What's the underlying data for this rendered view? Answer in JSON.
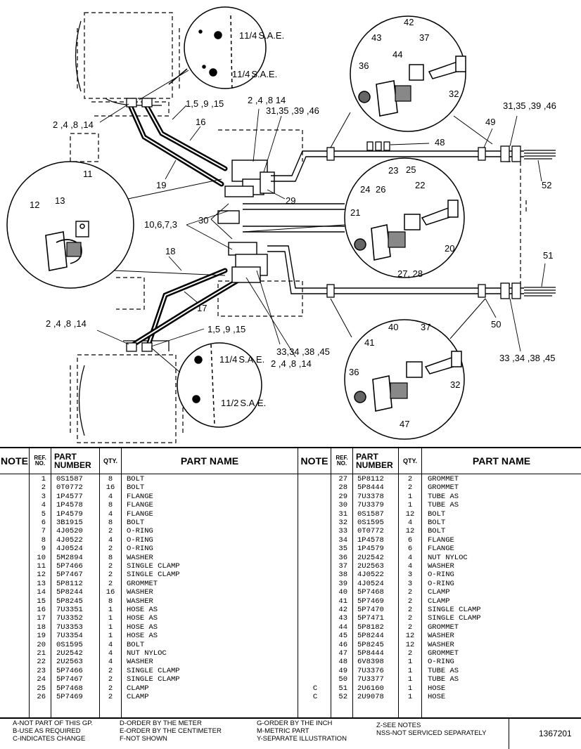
{
  "diagram": {
    "callouts": {
      "c1": "2 ,4 ,8 ,14",
      "c2": "1,5 ,9 ,15",
      "c3": "16",
      "c4": "19",
      "c5": "2 ,4 ,8 14",
      "c6": "31,35 ,39 ,46",
      "c7": "29",
      "c8": "30",
      "c9": "10,6,7,3",
      "c10": "18",
      "c11": "17",
      "c12": "2 ,4 ,8 ,14",
      "c13": "1,5 ,9 ,15",
      "c14": "33,34 ,38 ,45",
      "c15": "2 ,4 ,8 ,14",
      "c16": "11",
      "c17": "12",
      "c18": "13",
      "c19": "43",
      "c20": "42",
      "c21": "37",
      "c22": "36",
      "c23": "44",
      "c24": "32",
      "c25": "31,35 ,39 ,46",
      "c26": "49",
      "c27": "48",
      "c28": "52",
      "c29": "23",
      "c30": "25",
      "c31": "24",
      "c32": "26",
      "c33": "22",
      "c34": "21",
      "c35": "20",
      "c36": "27, 28",
      "c37": "51",
      "c38": "50",
      "c39": "33 ,34 ,38 ,45",
      "c40": "40",
      "c41": "37",
      "c42": "41",
      "c43": "36",
      "c44": "32",
      "c45": "47"
    },
    "fittings": {
      "top_a_num": "1",
      "top_a_frac": "1/4",
      "top_a_unit": "S.A.E.",
      "top_b_num": "1",
      "top_b_frac": "1/4",
      "top_b_unit": "S.A.E.",
      "bot_a_num": "1",
      "bot_a_frac": "1/4",
      "bot_a_unit": "S.A.E.",
      "bot_b_num": "1",
      "bot_b_frac": "1/2",
      "bot_b_unit": "S.A.E."
    }
  },
  "table": {
    "headers": {
      "note": "NOTE",
      "ref_line1": "REF.",
      "ref_line2": "NO.",
      "part_line1": "PART",
      "part_line2": "NUMBER",
      "qty": "QTY.",
      "name": "PART NAME"
    },
    "left": [
      {
        "note": "",
        "ref": "1",
        "part": "0S1587",
        "qty": "8",
        "name": "BOLT"
      },
      {
        "note": "",
        "ref": "2",
        "part": "0T0772",
        "qty": "16",
        "name": "BOLT"
      },
      {
        "note": "",
        "ref": "3",
        "part": "1P4577",
        "qty": "4",
        "name": "FLANGE"
      },
      {
        "note": "",
        "ref": "4",
        "part": "1P4578",
        "qty": "8",
        "name": "FLANGE"
      },
      {
        "note": "",
        "ref": "5",
        "part": "1P4579",
        "qty": "4",
        "name": "FLANGE"
      },
      {
        "note": "",
        "ref": "6",
        "part": "3B1915",
        "qty": "8",
        "name": "BOLT"
      },
      {
        "note": "",
        "ref": "7",
        "part": "4J0520",
        "qty": "2",
        "name": "O-RING"
      },
      {
        "note": "",
        "ref": "8",
        "part": "4J0522",
        "qty": "4",
        "name": "O-RING"
      },
      {
        "note": "",
        "ref": "9",
        "part": "4J0524",
        "qty": "2",
        "name": "O-RING"
      },
      {
        "note": "",
        "ref": "10",
        "part": "5M2894",
        "qty": "8",
        "name": "WASHER"
      },
      {
        "note": "",
        "ref": "11",
        "part": "5P7466",
        "qty": "2",
        "name": "SINGLE CLAMP"
      },
      {
        "note": "",
        "ref": "12",
        "part": "5P7467",
        "qty": "2",
        "name": "SINGLE CLAMP"
      },
      {
        "note": "",
        "ref": "13",
        "part": "5P8112",
        "qty": "2",
        "name": "GROMMET"
      },
      {
        "note": "",
        "ref": "14",
        "part": "5P8244",
        "qty": "16",
        "name": "WASHER"
      },
      {
        "note": "",
        "ref": "15",
        "part": "5P8245",
        "qty": "8",
        "name": "WASHER"
      },
      {
        "note": "",
        "ref": "16",
        "part": "7U3351",
        "qty": "1",
        "name": "HOSE AS"
      },
      {
        "note": "",
        "ref": "17",
        "part": "7U3352",
        "qty": "1",
        "name": "HOSE AS"
      },
      {
        "note": "",
        "ref": "18",
        "part": "7U3353",
        "qty": "1",
        "name": "HOSE AS"
      },
      {
        "note": "",
        "ref": "19",
        "part": "7U3354",
        "qty": "1",
        "name": "HOSE AS"
      },
      {
        "note": "",
        "ref": "20",
        "part": "0S1595",
        "qty": "4",
        "name": "BOLT"
      },
      {
        "note": "",
        "ref": "21",
        "part": "2U2542",
        "qty": "4",
        "name": "NUT NYLOC"
      },
      {
        "note": "",
        "ref": "22",
        "part": "2U2563",
        "qty": "4",
        "name": "WASHER"
      },
      {
        "note": "",
        "ref": "23",
        "part": "5P7466",
        "qty": "2",
        "name": "SINGLE CLAMP"
      },
      {
        "note": "",
        "ref": "24",
        "part": "5P7467",
        "qty": "2",
        "name": "SINGLE CLAMP"
      },
      {
        "note": "",
        "ref": "25",
        "part": "5P7468",
        "qty": "2",
        "name": "CLAMP"
      },
      {
        "note": "",
        "ref": "26",
        "part": "5P7469",
        "qty": "2",
        "name": "CLAMP"
      }
    ],
    "right": [
      {
        "note": "",
        "ref": "27",
        "part": "5P8112",
        "qty": "2",
        "name": "GROMMET"
      },
      {
        "note": "",
        "ref": "28",
        "part": "5P8444",
        "qty": "2",
        "name": "GROMMET"
      },
      {
        "note": "",
        "ref": "29",
        "part": "7U3378",
        "qty": "1",
        "name": "TUBE AS"
      },
      {
        "note": "",
        "ref": "30",
        "part": "7U3379",
        "qty": "1",
        "name": "TUBE AS"
      },
      {
        "note": "",
        "ref": "31",
        "part": "0S1587",
        "qty": "12",
        "name": "BOLT"
      },
      {
        "note": "",
        "ref": "32",
        "part": "0S1595",
        "qty": "4",
        "name": "BOLT"
      },
      {
        "note": "",
        "ref": "33",
        "part": "0T0772",
        "qty": "12",
        "name": "BOLT"
      },
      {
        "note": "",
        "ref": "34",
        "part": "1P4578",
        "qty": "6",
        "name": "FLANGE"
      },
      {
        "note": "",
        "ref": "35",
        "part": "1P4579",
        "qty": "6",
        "name": "FLANGE"
      },
      {
        "note": "",
        "ref": "36",
        "part": "2U2542",
        "qty": "4",
        "name": "NUT NYLOC"
      },
      {
        "note": "",
        "ref": "37",
        "part": "2U2563",
        "qty": "4",
        "name": "WASHER"
      },
      {
        "note": "",
        "ref": "38",
        "part": "4J0522",
        "qty": "3",
        "name": "O-RING"
      },
      {
        "note": "",
        "ref": "39",
        "part": "4J0524",
        "qty": "3",
        "name": "O-RING"
      },
      {
        "note": "",
        "ref": "40",
        "part": "5P7468",
        "qty": "2",
        "name": "CLAMP"
      },
      {
        "note": "",
        "ref": "41",
        "part": "5P7469",
        "qty": "2",
        "name": "CLAMP"
      },
      {
        "note": "",
        "ref": "42",
        "part": "5P7470",
        "qty": "2",
        "name": "SINGLE CLAMP"
      },
      {
        "note": "",
        "ref": "43",
        "part": "5P7471",
        "qty": "2",
        "name": "SINGLE CLAMP"
      },
      {
        "note": "",
        "ref": "44",
        "part": "5P8182",
        "qty": "2",
        "name": "GROMMET"
      },
      {
        "note": "",
        "ref": "45",
        "part": "5P8244",
        "qty": "12",
        "name": "WASHER"
      },
      {
        "note": "",
        "ref": "46",
        "part": "5P8245",
        "qty": "12",
        "name": "WASHER"
      },
      {
        "note": "",
        "ref": "47",
        "part": "5P8444",
        "qty": "2",
        "name": "GROMMET"
      },
      {
        "note": "",
        "ref": "48",
        "part": "6V8398",
        "qty": "1",
        "name": "O-RING"
      },
      {
        "note": "",
        "ref": "49",
        "part": "7U3376",
        "qty": "1",
        "name": "TUBE AS"
      },
      {
        "note": "",
        "ref": "50",
        "part": "7U3377",
        "qty": "1",
        "name": "TUBE AS"
      },
      {
        "note": "C",
        "ref": "51",
        "part": "2U6160",
        "qty": "1",
        "name": "HOSE"
      },
      {
        "note": "C",
        "ref": "52",
        "part": "2U9078",
        "qty": "1",
        "name": "HOSE"
      }
    ]
  },
  "legend": {
    "a": "A-NOT PART OF THIS GP.",
    "b": "B-USE AS REQUIRED",
    "c": "C-INDICATES CHANGE",
    "d": "D-ORDER BY THE METER",
    "e": "E-ORDER BY THE CENTIMETER",
    "f": "F-NOT SHOWN",
    "g": "G-ORDER BY THE INCH",
    "m": "M-METRIC PART",
    "y": "Y-SEPARATE ILLUSTRATION",
    "z": "Z-SEE NOTES",
    "nss": "NSS-NOT SERVICED SEPARATELY",
    "doc_no": "1367201"
  }
}
